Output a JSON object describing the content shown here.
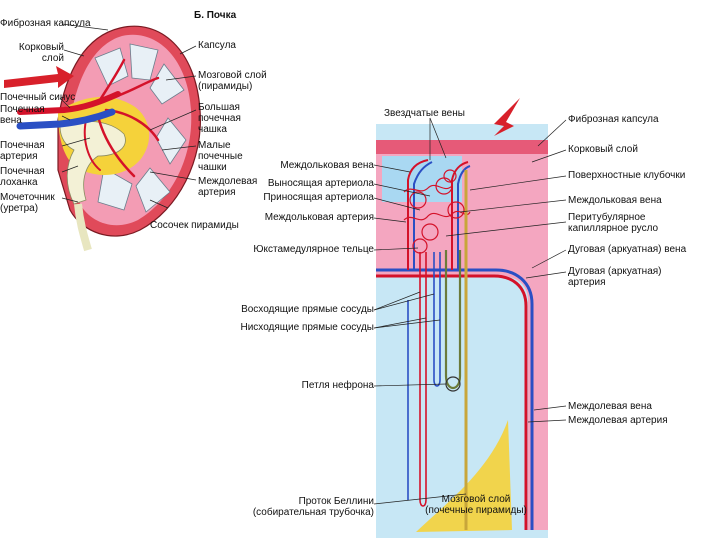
{
  "kidney": {
    "title": "Б. Почка",
    "labels": {
      "fibrous_capsule": "Фиброзная капсула",
      "cortex": "Корковый\nслой",
      "renal_sinus": "Почечный синус",
      "renal_vein": "Почечная\nвена",
      "renal_artery": "Почечная\nартерия",
      "renal_pelvis": "Почечная\nлоханка",
      "ureter": "Мочеточник\n(уретра)",
      "capsule": "Капсула",
      "medulla": "Мозговой слой\n(пирамиды)",
      "major_calyx": "Большая\nпочечная\nчашка",
      "minor_calyces": "Малые\nпочечные\nчашки",
      "interlobar_artery": "Междолевая\nартерия",
      "papilla": "Сосочек пирамиды"
    }
  },
  "nephron": {
    "left_labels": {
      "stellate_veins": "Звездчатые вены",
      "interlobular_vein": "Междольковая вена",
      "efferent_arteriole": "Выносящая артериола",
      "afferent_arteriole": "Приносящая артериола",
      "interlobular_artery": "Междольковая артерия",
      "juxtamedullary": "Юкстамедулярное тельце",
      "ascending_vasa_recta": "Восходящие прямые сосуды",
      "descending_vasa_recta": "Нисходящие прямые сосуды",
      "loop": "Петля нефрона",
      "bellini_duct": "Проток Беллини\n(собирательная трубочка)",
      "medulla": "Мозговой слой\n(почечные пирамиды)"
    },
    "right_labels": {
      "fibrous_capsule": "Фиброзная капсула",
      "cortex": "Корковый слой",
      "superficial_glomeruli": "Поверхностные клубочки",
      "interlobular_vein": "Междольковая вена",
      "peritubular": "Перитубулярное\nкапиллярное русло",
      "arcuate_vein": "Дуговая (аркуатная) вена",
      "arcuate_artery": "Дуговая (аркуатная)\nартерия",
      "interlobar_vein": "Междолевая вена",
      "interlobar_artery": "Междолевая артерия"
    }
  },
  "colors": {
    "capsule": "#e04a5a",
    "cortex_pink": "#f4a6c0",
    "medulla_blue": "#bfe4f5",
    "artery_red": "#d4122a",
    "vein_blue": "#2a4fc4",
    "yellow": "#f5d23a",
    "arrow_red": "#d8202a"
  }
}
